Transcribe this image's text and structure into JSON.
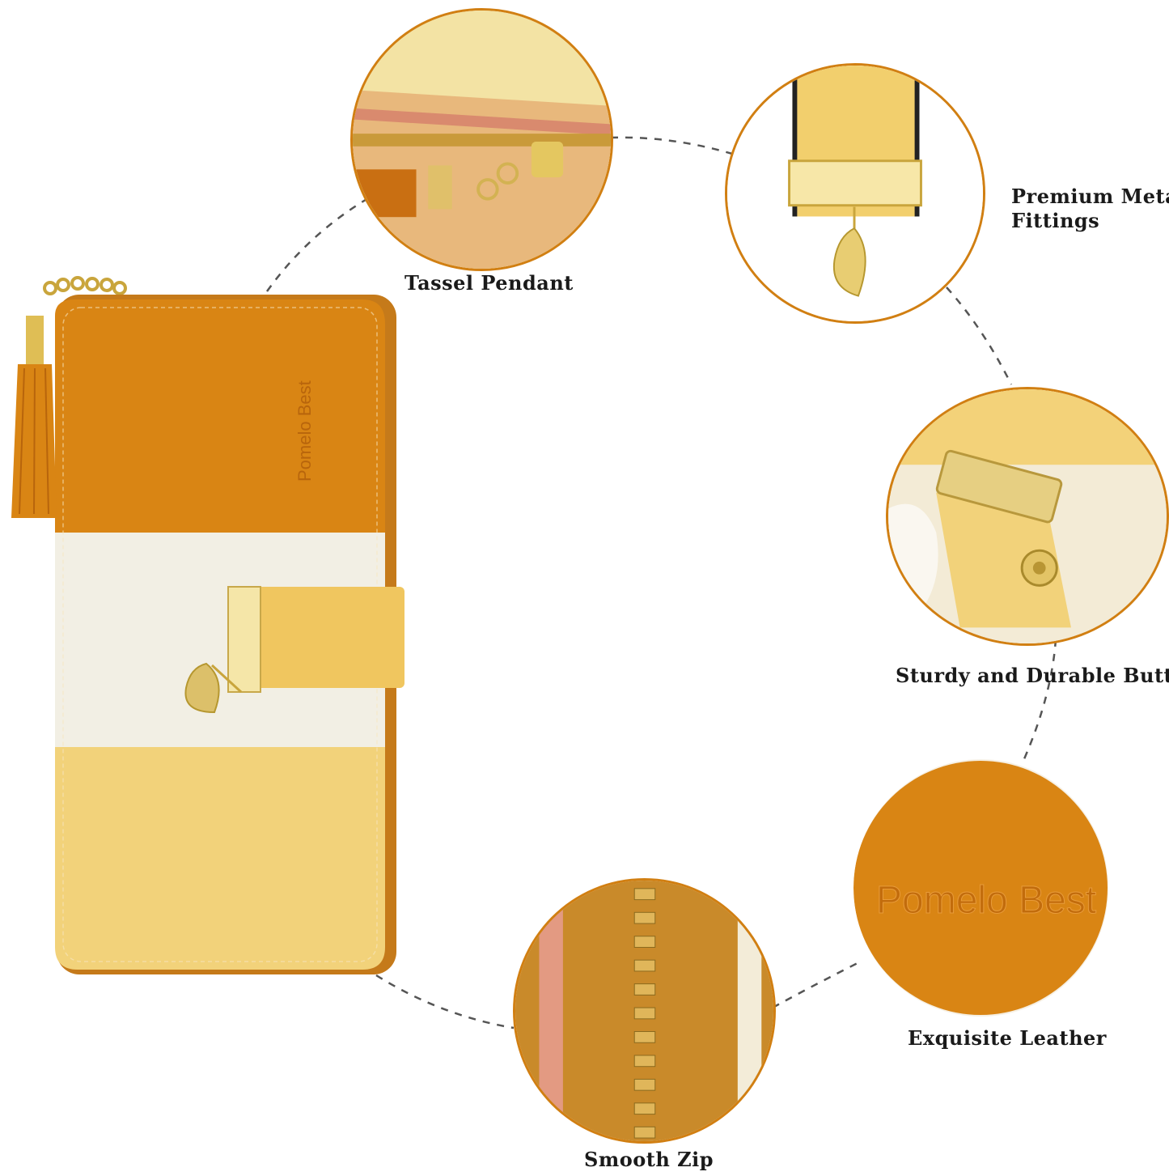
{
  "product": {
    "brand_emboss": "Pomelo Best",
    "colors": {
      "orange": "#d98514",
      "cream": "#f2efe4",
      "yellow": "#f2d27a",
      "gold": "#d8b54c",
      "ring": "#d17f12"
    }
  },
  "features": {
    "tassel": "Tassel Pendant",
    "metal": "Premium Metal Fittings",
    "button": "Sturdy and Durable Button",
    "leather": "Exquisite Leather",
    "zip": "Smooth Zip"
  },
  "metal_caption_lines": [
    "Premium Metal",
    "Fittings"
  ]
}
